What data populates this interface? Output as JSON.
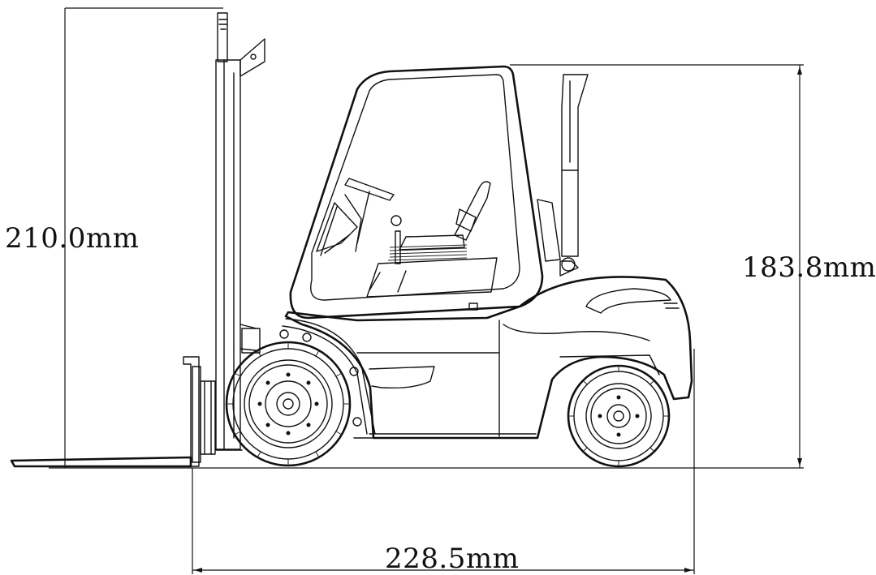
{
  "diagram": {
    "dimensions": {
      "lift_height": "210.0mm",
      "overall_height": "183.8mm",
      "overall_length": "228.5mm"
    }
  }
}
